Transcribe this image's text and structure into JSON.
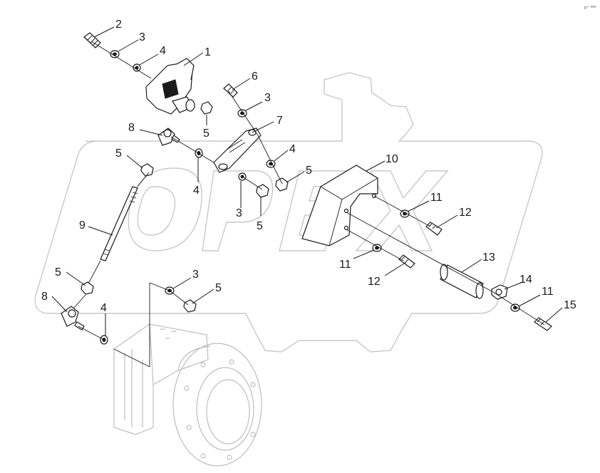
{
  "corner_mark": "pᵒᵒ ººº",
  "watermark_text": "OPEX",
  "callouts": [
    {
      "id": "c2a",
      "text": "2"
    },
    {
      "id": "c3a",
      "text": "3"
    },
    {
      "id": "c4a",
      "text": "4"
    },
    {
      "id": "c1",
      "text": "1"
    },
    {
      "id": "c5a",
      "text": "5"
    },
    {
      "id": "c6",
      "text": "6"
    },
    {
      "id": "c3b",
      "text": "3"
    },
    {
      "id": "c7",
      "text": "7"
    },
    {
      "id": "c8a",
      "text": "8"
    },
    {
      "id": "c5b",
      "text": "5"
    },
    {
      "id": "c4b",
      "text": "4"
    },
    {
      "id": "c4c",
      "text": "4"
    },
    {
      "id": "c5c",
      "text": "5"
    },
    {
      "id": "c3c",
      "text": "3"
    },
    {
      "id": "c5d",
      "text": "5"
    },
    {
      "id": "c9",
      "text": "9"
    },
    {
      "id": "c10",
      "text": "10"
    },
    {
      "id": "c11a",
      "text": "11"
    },
    {
      "id": "c12a",
      "text": "12"
    },
    {
      "id": "c11b",
      "text": "11"
    },
    {
      "id": "c12b",
      "text": "12"
    },
    {
      "id": "c13",
      "text": "13"
    },
    {
      "id": "c5e",
      "text": "5"
    },
    {
      "id": "c3d",
      "text": "3"
    },
    {
      "id": "c5f",
      "text": "5"
    },
    {
      "id": "c8b",
      "text": "8"
    },
    {
      "id": "c4d",
      "text": "4"
    },
    {
      "id": "c14",
      "text": "14"
    },
    {
      "id": "c11c",
      "text": "11"
    },
    {
      "id": "c15",
      "text": "15"
    }
  ]
}
